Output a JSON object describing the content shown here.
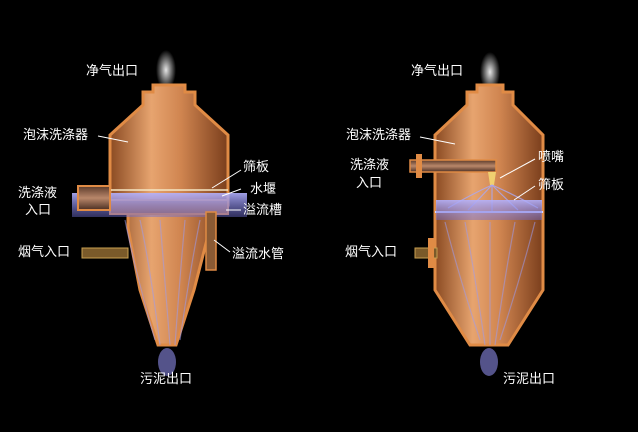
{
  "left_diagram": {
    "outlet_gas": "净气出口",
    "scrubber": "泡沫洗涤器",
    "sieve_plate": "筛板",
    "weir": "水堰",
    "overflow_trough": "溢流槽",
    "liquid_inlet_line1": "洗涤液",
    "liquid_inlet_line2": "入口",
    "flue_gas_inlet": "烟气入口",
    "overflow_pipe": "溢流水管",
    "sludge_outlet": "污泥出口"
  },
  "right_diagram": {
    "outlet_gas": "净气出口",
    "scrubber": "泡沫洗涤器",
    "liquid_inlet_line1": "洗涤液",
    "liquid_inlet_line2": "入口",
    "nozzle": "喷嘴",
    "sieve_plate": "筛板",
    "flue_gas_inlet": "烟气入口",
    "sludge_outlet": "污泥出口"
  },
  "colors": {
    "background": "#000000",
    "vessel_wall": "#d8843e",
    "vessel_body": "#c27a45",
    "foam": "#8c8ae6",
    "label": "#ffffff"
  }
}
